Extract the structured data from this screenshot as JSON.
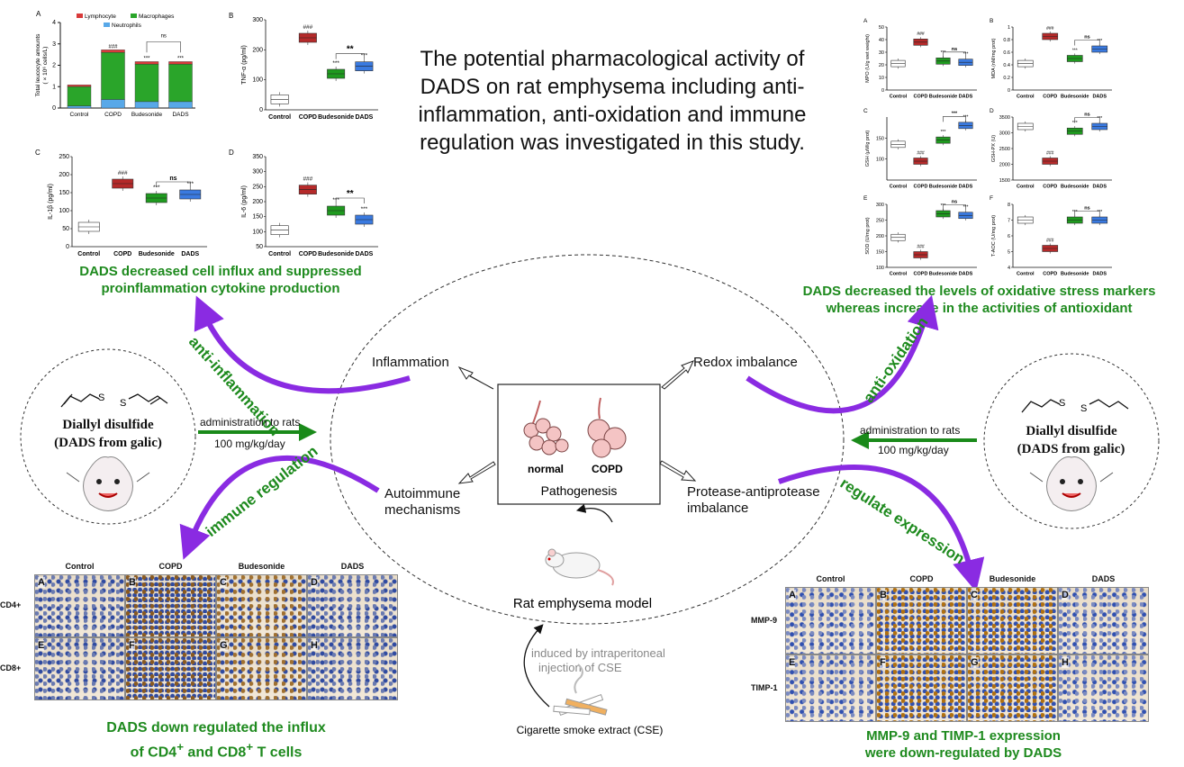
{
  "title": "The potential pharmacological activity of DADS on rat emphysema including anti-inflammation, anti-oxidation and immune regulation was investigated in this study.",
  "captions": {
    "top_left": "DADS decreased cell influx and suppressed proinflammation cytokine production",
    "top_right": "DADS decreased the levels of oxidative stress markers whereas increase in the activities of antioxidant",
    "bottom_left_1": "DADS down regulated the influx",
    "bottom_left_2": "of CD4",
    "bottom_left_3": " and CD8",
    "bottom_left_4": " T cells",
    "bottom_right_1": "MMP-9 and TIMP-1 expression",
    "bottom_right_2": "were down-regulated by DADS"
  },
  "curve_labels": {
    "anti_inflammation": "anti-inflammation",
    "immune_regulation": "immune regulation",
    "anti_oxidation": "anti-oxidation",
    "regulate_expression": "regulate expression"
  },
  "mechanisms": {
    "inflammation": "Inflammation",
    "redox": "Redox imbalance",
    "autoimmune_1": "Autoimmune",
    "autoimmune_2": "mechanisms",
    "protease_1": "Protease-antiprotease",
    "protease_2": "imbalance"
  },
  "center": {
    "normal": "normal",
    "copd": "COPD",
    "pathogenesis": "Pathogenesis",
    "rat_model": "Rat emphysema model",
    "induced_1": "induced by intraperitoneal",
    "induced_2": "injection of  CSE",
    "cse": "Cigarette smoke extract (CSE)"
  },
  "drug": {
    "name_1": "Diallyl disulfide",
    "name_2": "(DADS from galic)",
    "admin_1": "administration to rats",
    "admin_2": "100 mg/kg/day",
    "s": "S"
  },
  "groups": [
    "Control",
    "COPD",
    "Budesonide",
    "DADS"
  ],
  "markers": {
    "cd4": "CD4+",
    "cd8": "CD8+",
    "mmp9": "MMP-9",
    "timp1": "TIMP-1"
  },
  "panel_letters_top": [
    "A",
    "B",
    "C",
    "D",
    "E",
    "F",
    "G",
    "H"
  ],
  "colors": {
    "green_text": "#1e8a1e",
    "purple": "#8a2be2",
    "arrow_green": "#1a8a1a"
  },
  "chart_data": [
    {
      "id": "A-left",
      "type": "bar",
      "ylabel": "Total leucocyte amounts\n( × 10⁶ cells/L)",
      "categories": [
        "Control",
        "COPD",
        "Budesonide",
        "DADS"
      ],
      "series": [
        {
          "name": "Lymphocyte",
          "color": "#d83a3a",
          "values": [
            0.08,
            0.12,
            0.12,
            0.12
          ]
        },
        {
          "name": "Macrophages",
          "color": "#2aa52a",
          "values": [
            0.9,
            2.2,
            1.75,
            1.75
          ]
        },
        {
          "name": "Neutrophils",
          "color": "#58a8e8",
          "values": [
            0.1,
            0.4,
            0.3,
            0.3
          ]
        }
      ],
      "ylim": [
        0,
        4
      ],
      "yticks": [
        0,
        1,
        2,
        3,
        4
      ],
      "annotations": [
        "###",
        "***",
        "***",
        "ns"
      ]
    },
    {
      "id": "B-left",
      "type": "box",
      "ylabel": "TNF-α (pg/ml)",
      "categories": [
        "Control",
        "COPD",
        "Budesonide",
        "DADS"
      ],
      "ylim": [
        0,
        300
      ],
      "yticks": [
        0,
        100,
        200,
        300
      ],
      "medians": [
        35,
        240,
        120,
        145
      ],
      "annotations": [
        "###",
        "***",
        "***",
        "**"
      ]
    },
    {
      "id": "C-left",
      "type": "box",
      "ylabel": "IL-1β (pg/ml)",
      "categories": [
        "Control",
        "COPD",
        "Budesonide",
        "DADS"
      ],
      "ylim": [
        0,
        250
      ],
      "yticks": [
        0,
        50,
        100,
        150,
        200,
        250
      ],
      "medians": [
        55,
        175,
        135,
        145
      ],
      "annotations": [
        "###",
        "***",
        "***",
        "ns"
      ]
    },
    {
      "id": "D-left",
      "type": "box",
      "ylabel": "IL-6 (pg/ml)",
      "categories": [
        "Control",
        "COPD",
        "Budesonide",
        "DADS"
      ],
      "ylim": [
        50,
        350
      ],
      "yticks": [
        50,
        100,
        150,
        200,
        250,
        300,
        350
      ],
      "medians": [
        105,
        240,
        170,
        140
      ],
      "annotations": [
        "###",
        "***",
        "***",
        "**"
      ]
    },
    {
      "id": "A-right",
      "type": "box",
      "ylabel": "MPO (U/g wet weight)",
      "categories": [
        "Control",
        "COPD",
        "Budesonide",
        "DADS"
      ],
      "ylim": [
        0,
        50
      ],
      "yticks": [
        0,
        10,
        20,
        30,
        40,
        50
      ],
      "medians": [
        21,
        38,
        23,
        22
      ],
      "annotations": [
        "###",
        "***",
        "***",
        "ns"
      ]
    },
    {
      "id": "B-right",
      "type": "box",
      "ylabel": "MDA (nM/mg prot)",
      "categories": [
        "Control",
        "COPD",
        "Budesonide",
        "DADS"
      ],
      "ylim": [
        0,
        1.0
      ],
      "yticks": [
        0,
        0.2,
        0.4,
        0.6,
        0.8,
        1.0
      ],
      "medians": [
        0.42,
        0.85,
        0.5,
        0.65
      ],
      "annotations": [
        "###",
        "***",
        "***",
        "ns"
      ]
    },
    {
      "id": "C-right",
      "type": "box",
      "ylabel": "GSH (μM/g prot)",
      "categories": [
        "Control",
        "COPD",
        "Budesonide",
        "DADS"
      ],
      "ylim": [
        50,
        200
      ],
      "yticks": [
        100,
        150
      ],
      "medians": [
        135,
        95,
        145,
        180
      ],
      "annotations": [
        "###",
        "***",
        "***",
        "***"
      ]
    },
    {
      "id": "D-right",
      "type": "box",
      "ylabel": "GSH-PX (U)",
      "categories": [
        "Control",
        "COPD",
        "Budesonide",
        "DADS"
      ],
      "ylim": [
        1500,
        3500
      ],
      "yticks": [
        1500,
        2000,
        2500,
        3000,
        3500
      ],
      "medians": [
        3200,
        2100,
        3050,
        3200
      ],
      "annotations": [
        "###",
        "***",
        "***",
        "ns"
      ]
    },
    {
      "id": "E-right",
      "type": "box",
      "ylabel": "SOD (U/mg prot)",
      "categories": [
        "Control",
        "COPD",
        "Budesonide",
        "DADS"
      ],
      "ylim": [
        100,
        300
      ],
      "yticks": [
        100,
        150,
        200,
        250,
        300
      ],
      "medians": [
        195,
        140,
        270,
        265
      ],
      "annotations": [
        "###",
        "***",
        "***",
        "ns"
      ]
    },
    {
      "id": "F-right",
      "type": "box",
      "ylabel": "T-AOC (U/mg prot)",
      "categories": [
        "Control",
        "COPD",
        "Budesonide",
        "DADS"
      ],
      "ylim": [
        4,
        8
      ],
      "yticks": [
        4,
        5,
        6,
        7,
        8
      ],
      "medians": [
        7.0,
        5.2,
        7.0,
        7.0
      ],
      "annotations": [
        "###",
        "***",
        "***",
        "ns"
      ]
    }
  ]
}
